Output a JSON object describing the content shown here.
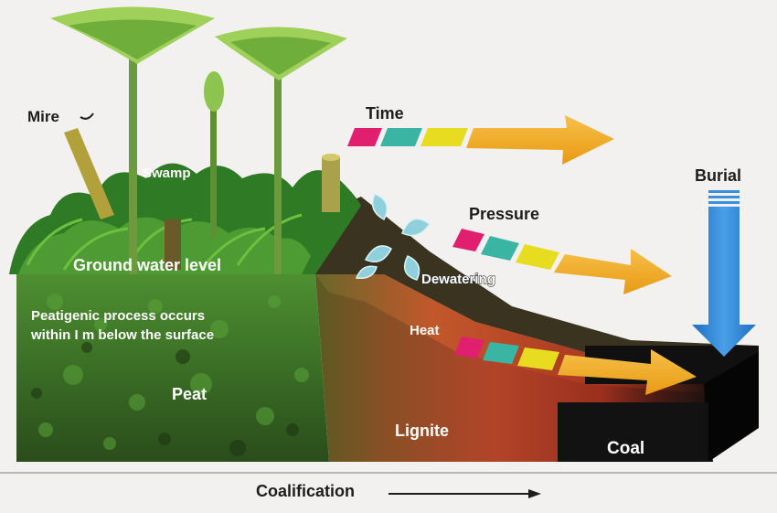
{
  "labels": {
    "mire": "Mire",
    "swamp": "Swamp",
    "groundwater": "Ground water level",
    "peatigenic_line1": "Peatigenic process occurs",
    "peatigenic_line2": "within I m below the surface",
    "peat": "Peat",
    "lignite": "Lignite",
    "coal": "Coal",
    "time": "Time",
    "pressure": "Pressure",
    "heat": "Heat",
    "dewatering": "Dewatering",
    "burial": "Burial",
    "coalification": "Coalification"
  },
  "colors": {
    "background": "#f2f1ef",
    "peat": "#3f7a2a",
    "lignite": "#a8422a",
    "coal": "#141414",
    "arrow_pink": "#e0206e",
    "arrow_teal": "#3ab5a4",
    "arrow_yellow": "#e8dc21",
    "arrow_orange": "#f3ad1f",
    "burial_blue": "#3a8fdc"
  }
}
